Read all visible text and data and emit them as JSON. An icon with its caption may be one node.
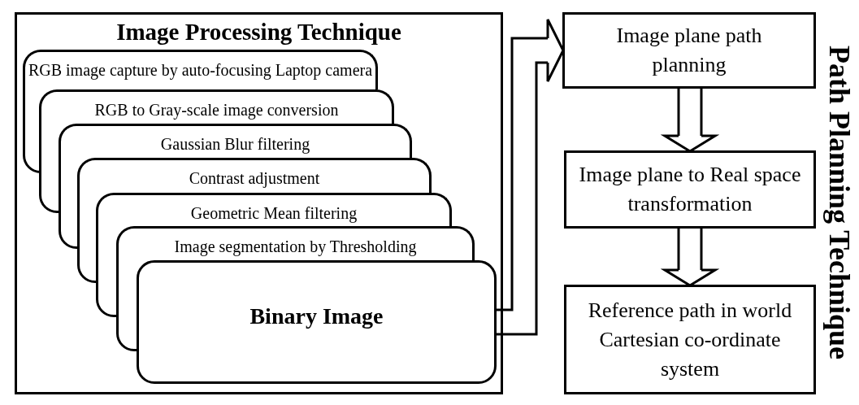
{
  "diagram": {
    "nodes": [
      {
        "text": [
          "Image Processing Technique"
        ]
      },
      {
        "text": [
          "RGB image capture by auto-focusing Laptop camera"
        ],
        "in": 0
      },
      {
        "text": [
          "RGB to Gray-scale image conversion"
        ],
        "in": 0
      },
      {
        "text": [
          "Gaussian Blur filtering"
        ],
        "in": 0
      },
      {
        "text": [
          "Contrast adjustment"
        ],
        "in": 0
      },
      {
        "text": [
          "Geometric Mean filtering"
        ],
        "in": 0
      },
      {
        "text": [
          "Image segmentation by Thresholding"
        ],
        "in": 0
      },
      {
        "text": [
          "Binary Image"
        ],
        "in": 0
      },
      {
        "text": [
          "Image plane path planning"
        ]
      },
      {
        "text": [
          "Image plane to Real space transformation"
        ]
      },
      {
        "text": [
          "Reference path in world Cartesian co-ordinate system"
        ]
      }
    ],
    "edges": [
      {
        "from": 7,
        "to": 8,
        "arrow": "to"
      },
      {
        "from": 8,
        "to": 9,
        "arrow": "to"
      },
      {
        "from": 9,
        "to": 10,
        "arrow": "to"
      }
    ],
    "labels": [
      "Path Planning Technique"
    ]
  }
}
